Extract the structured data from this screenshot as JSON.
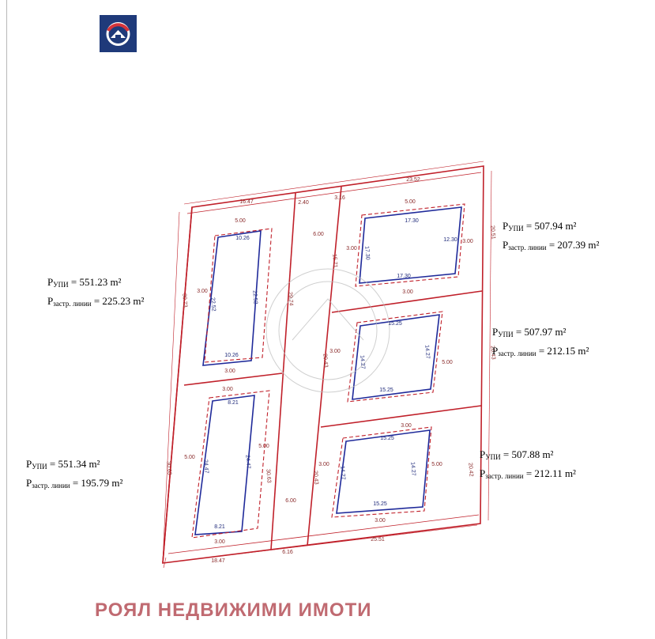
{
  "brand": {
    "logo_icon": "house-emblem-icon",
    "name": "РОЯЛ НЕДВИЖИМИ ИМОТИ",
    "name_color": "#c06a71",
    "logo_bg": "#1f3a7a",
    "logo_accent": "#d4343a"
  },
  "colors": {
    "boundary": "#c0202a",
    "building_line": "#1f2a9a",
    "dimension": "#8a2b2b"
  },
  "plots": [
    {
      "upi_label": "Р",
      "upi_sub": "УПИ",
      "upi_value": " = 551.23 m²",
      "zl_sub": "застр. линии",
      "zl_value": " = 225.23 m²"
    },
    {
      "upi_label": "Р",
      "upi_sub": "УПИ",
      "upi_value": " = 507.94 m²",
      "zl_sub": "застр. линии",
      "zl_value": " = 207.39 m²"
    },
    {
      "upi_label": "Р",
      "upi_sub": "УПИ",
      "upi_value": " = 507.97 m²",
      "zl_sub": "застр. линии",
      "zl_value": " = 212.15 m²"
    },
    {
      "upi_label": "Р",
      "upi_sub": "УПИ",
      "upi_value": " = 551.34 m²",
      "zl_sub": "застр. линии",
      "zl_value": " = 195.79 m²"
    },
    {
      "upi_label": "Р",
      "upi_sub": "УПИ",
      "upi_value": " = 507.88 m²",
      "zl_sub": "застр. линии",
      "zl_value": " = 212.11 m²"
    }
  ],
  "dimensions": {
    "top_left": "16.47",
    "top_right": "23.52",
    "small_a": "2.40",
    "small_b": "3.16",
    "left_h1": "30.73",
    "left_h2": "30.63",
    "mid_h1": "29.74",
    "mid_h2": "30.63",
    "mid_w1": "6.00",
    "mid_w2": "6.00",
    "right_h1": "20.51",
    "right_h2": "20.43",
    "right_h3": "20.42",
    "lane_h1": "20.43",
    "lane_h2": "20.43",
    "lane_h3": "15.71",
    "bottom_left": "18.47",
    "bottom_mid": "6.16",
    "bottom_right": "25.51",
    "setback": "3.00",
    "setback5": "5.00",
    "b1_w": "10.26",
    "b1_h": "22.52",
    "b2_w": "17.30",
    "b2_h": "12.30",
    "b3_w": "15.25",
    "b3_h": "14.27",
    "b4_w": "8.21",
    "b4_h": "24.47",
    "b5_w": "15.25",
    "b5_h": "14.27"
  }
}
